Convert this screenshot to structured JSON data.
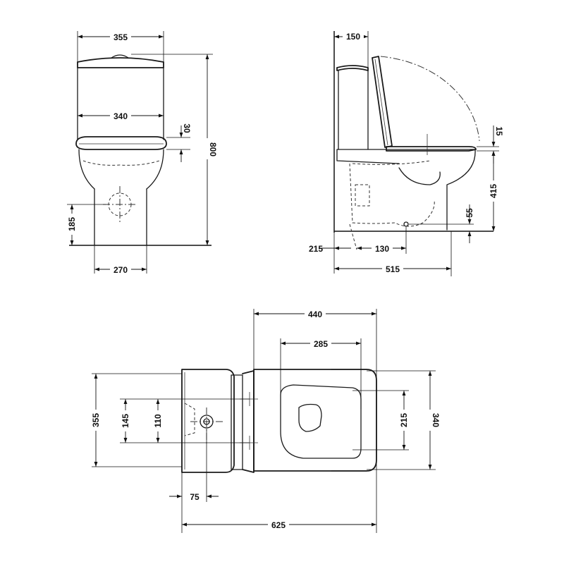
{
  "dimensions": {
    "front_tank_width": "355",
    "front_seat_width": "340",
    "front_seat_gap": "30",
    "front_total_height": "800",
    "front_outlet_height": "185",
    "front_base_width": "270",
    "side_tank_depth": "150",
    "side_seat_top": "15",
    "side_seat_height": "415",
    "side_outlet_height": "55",
    "side_rear_offset": "215",
    "side_outlet_dist": "130",
    "side_total_depth": "515",
    "top_bowl_width": "440",
    "top_seat_opening": "285",
    "top_tank_width": "355",
    "top_fix_outer": "145",
    "top_fix_inner": "110",
    "top_bowl_opening": "215",
    "top_seat_width": "340",
    "top_inlet_offset": "75",
    "top_total_length": "625"
  },
  "colors": {
    "line": "#1a1a1a",
    "background": "#ffffff"
  }
}
